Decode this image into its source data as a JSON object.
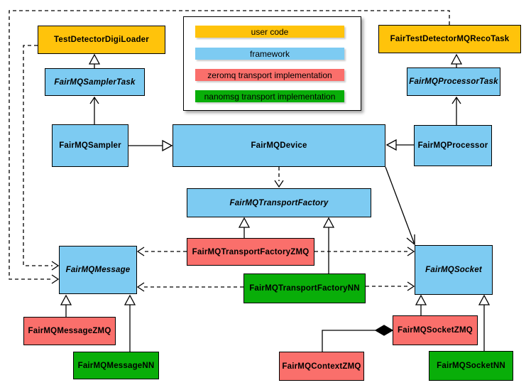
{
  "legend": {
    "items": [
      {
        "label": "user code",
        "color": "#FFC30B"
      },
      {
        "label": "framework",
        "color": "#7DCBF2"
      },
      {
        "label": "zeromq transport implementation",
        "color": "#FA6F6B"
      },
      {
        "label": "nanomsg transport implementation",
        "color": "#09AE09"
      }
    ]
  },
  "nodes": {
    "testDetectorDigiLoader": {
      "label": "TestDetectorDigiLoader",
      "category": "user code",
      "abstract": false
    },
    "fairTestDetectorMQRecoTask": {
      "label": "FairTestDetectorMQRecoTask",
      "category": "user code",
      "abstract": false
    },
    "fairMQSamplerTask": {
      "label": "FairMQSamplerTask",
      "category": "framework",
      "abstract": true
    },
    "fairMQProcessorTask": {
      "label": "FairMQProcessorTask",
      "category": "framework",
      "abstract": true
    },
    "fairMQSampler": {
      "label": "FairMQSampler",
      "category": "framework",
      "abstract": false
    },
    "fairMQDevice": {
      "label": "FairMQDevice",
      "category": "framework",
      "abstract": false
    },
    "fairMQProcessor": {
      "label": "FairMQProcessor",
      "category": "framework",
      "abstract": false
    },
    "fairMQTransportFactory": {
      "label": "FairMQTransportFactory",
      "category": "framework",
      "abstract": true
    },
    "fairMQTransportFactoryZMQ": {
      "label": "FairMQTransportFactoryZMQ",
      "category": "zeromq transport implementation",
      "abstract": false
    },
    "fairMQTransportFactoryNN": {
      "label": "FairMQTransportFactoryNN",
      "category": "nanomsg transport implementation",
      "abstract": false
    },
    "fairMQMessage": {
      "label": "FairMQMessage",
      "category": "framework",
      "abstract": true
    },
    "fairMQSocket": {
      "label": "FairMQSocket",
      "category": "framework",
      "abstract": true
    },
    "fairMQMessageZMQ": {
      "label": "FairMQMessageZMQ",
      "category": "zeromq transport implementation",
      "abstract": false
    },
    "fairMQMessageNN": {
      "label": "FairMQMessageNN",
      "category": "nanomsg transport implementation",
      "abstract": false
    },
    "fairMQContextZMQ": {
      "label": "FairMQContextZMQ",
      "category": "zeromq transport implementation",
      "abstract": false
    },
    "fairMQSocketZMQ": {
      "label": "FairMQSocketZMQ",
      "category": "zeromq transport implementation",
      "abstract": false
    },
    "fairMQSocketNN": {
      "label": "FairMQSocketNN",
      "category": "nanomsg transport implementation",
      "abstract": false
    }
  },
  "edges": [
    {
      "from": "FairMQSamplerTask",
      "to": "TestDetectorDigiLoader",
      "type": "generalization"
    },
    {
      "from": "FairMQSampler",
      "to": "FairMQSamplerTask",
      "type": "arrow"
    },
    {
      "from": "FairMQSampler",
      "to": "FairMQDevice",
      "type": "generalization"
    },
    {
      "from": "FairMQProcessorTask",
      "to": "FairTestDetectorMQRecoTask",
      "type": "generalization"
    },
    {
      "from": "FairMQProcessor",
      "to": "FairMQProcessorTask",
      "type": "arrow"
    },
    {
      "from": "FairMQProcessor",
      "to": "FairMQDevice",
      "type": "generalization"
    },
    {
      "from": "FairMQDevice",
      "to": "FairMQTransportFactory",
      "type": "dashed-dependency"
    },
    {
      "from": "FairMQDevice",
      "to": "FairMQSocket",
      "type": "arrow"
    },
    {
      "from": "TestDetectorDigiLoader",
      "to": "FairMQMessage",
      "type": "dashed-dependency"
    },
    {
      "from": "FairTestDetectorMQRecoTask",
      "to": "FairMQMessage",
      "type": "dashed-dependency"
    },
    {
      "from": "FairMQTransportFactoryZMQ",
      "to": "FairMQTransportFactory",
      "type": "generalization"
    },
    {
      "from": "FairMQTransportFactoryNN",
      "to": "FairMQTransportFactory",
      "type": "generalization"
    },
    {
      "from": "FairMQTransportFactoryZMQ",
      "to": "FairMQMessage",
      "type": "dashed-dependency"
    },
    {
      "from": "FairMQTransportFactoryZMQ",
      "to": "FairMQSocket",
      "type": "dashed-dependency"
    },
    {
      "from": "FairMQTransportFactoryNN",
      "to": "FairMQMessage",
      "type": "dashed-dependency"
    },
    {
      "from": "FairMQTransportFactoryNN",
      "to": "FairMQSocket",
      "type": "dashed-dependency"
    },
    {
      "from": "FairMQMessageZMQ",
      "to": "FairMQMessage",
      "type": "generalization"
    },
    {
      "from": "FairMQMessageNN",
      "to": "FairMQMessage",
      "type": "generalization"
    },
    {
      "from": "FairMQSocketZMQ",
      "to": "FairMQSocket",
      "type": "generalization"
    },
    {
      "from": "FairMQSocketNN",
      "to": "FairMQSocket",
      "type": "generalization"
    },
    {
      "from": "FairMQContextZMQ",
      "to": "FairMQSocketZMQ",
      "type": "composition"
    }
  ],
  "colors": {
    "user_code": "#FFC30B",
    "framework": "#7DCBF2",
    "zeromq": "#FA6F6B",
    "nanomsg": "#09AE09",
    "border": "#000000",
    "background": "#FFFFFF"
  }
}
